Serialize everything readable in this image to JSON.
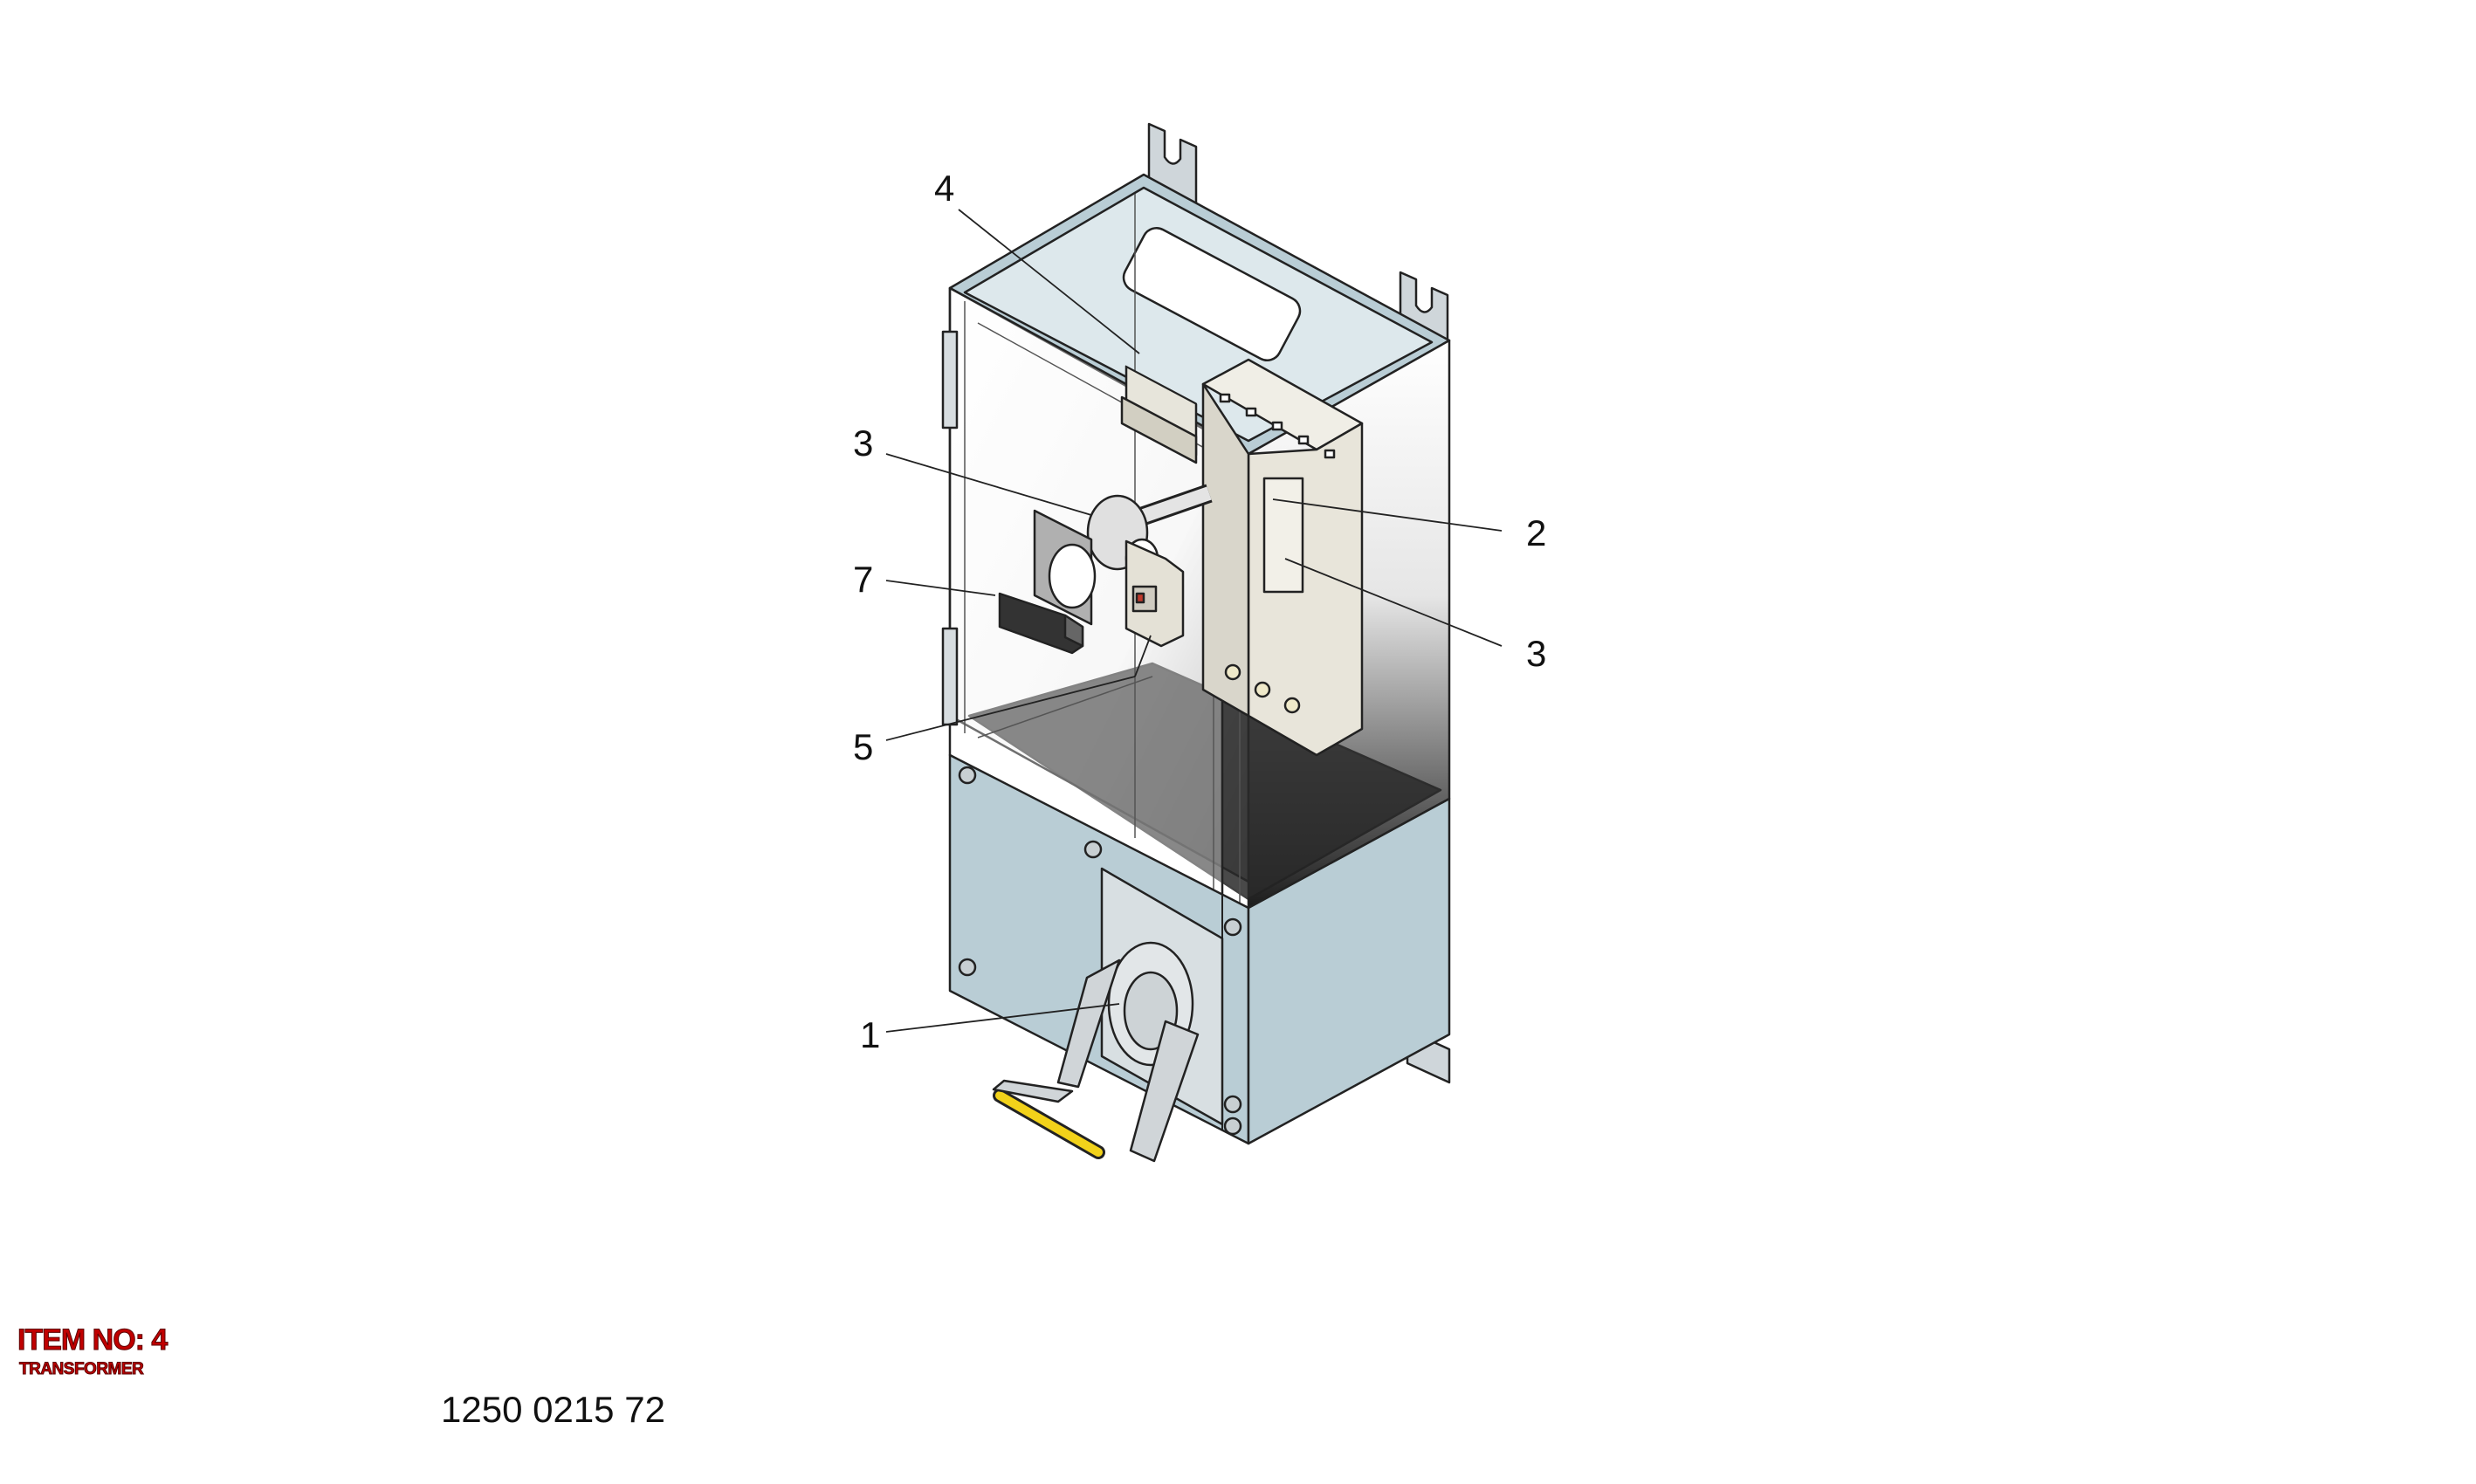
{
  "callouts": [
    {
      "id": "callout-4-top",
      "text": "4"
    },
    {
      "id": "callout-3-left",
      "text": "3"
    },
    {
      "id": "callout-7",
      "text": "7"
    },
    {
      "id": "callout-5",
      "text": "5"
    },
    {
      "id": "callout-1",
      "text": "1"
    },
    {
      "id": "callout-2",
      "text": "2"
    },
    {
      "id": "callout-3-right",
      "text": "3"
    }
  ],
  "item_block": {
    "title": "ITEM NO: 4",
    "subtitle": "TRANSFORMER",
    "title_color": "#c00000",
    "outline_color": "#5a0000"
  },
  "part_number": "1250 0215 72",
  "colors": {
    "enclosure_blue": "#b9cdd5",
    "handle_yellow": "#f2d21a",
    "line": "#222222"
  }
}
